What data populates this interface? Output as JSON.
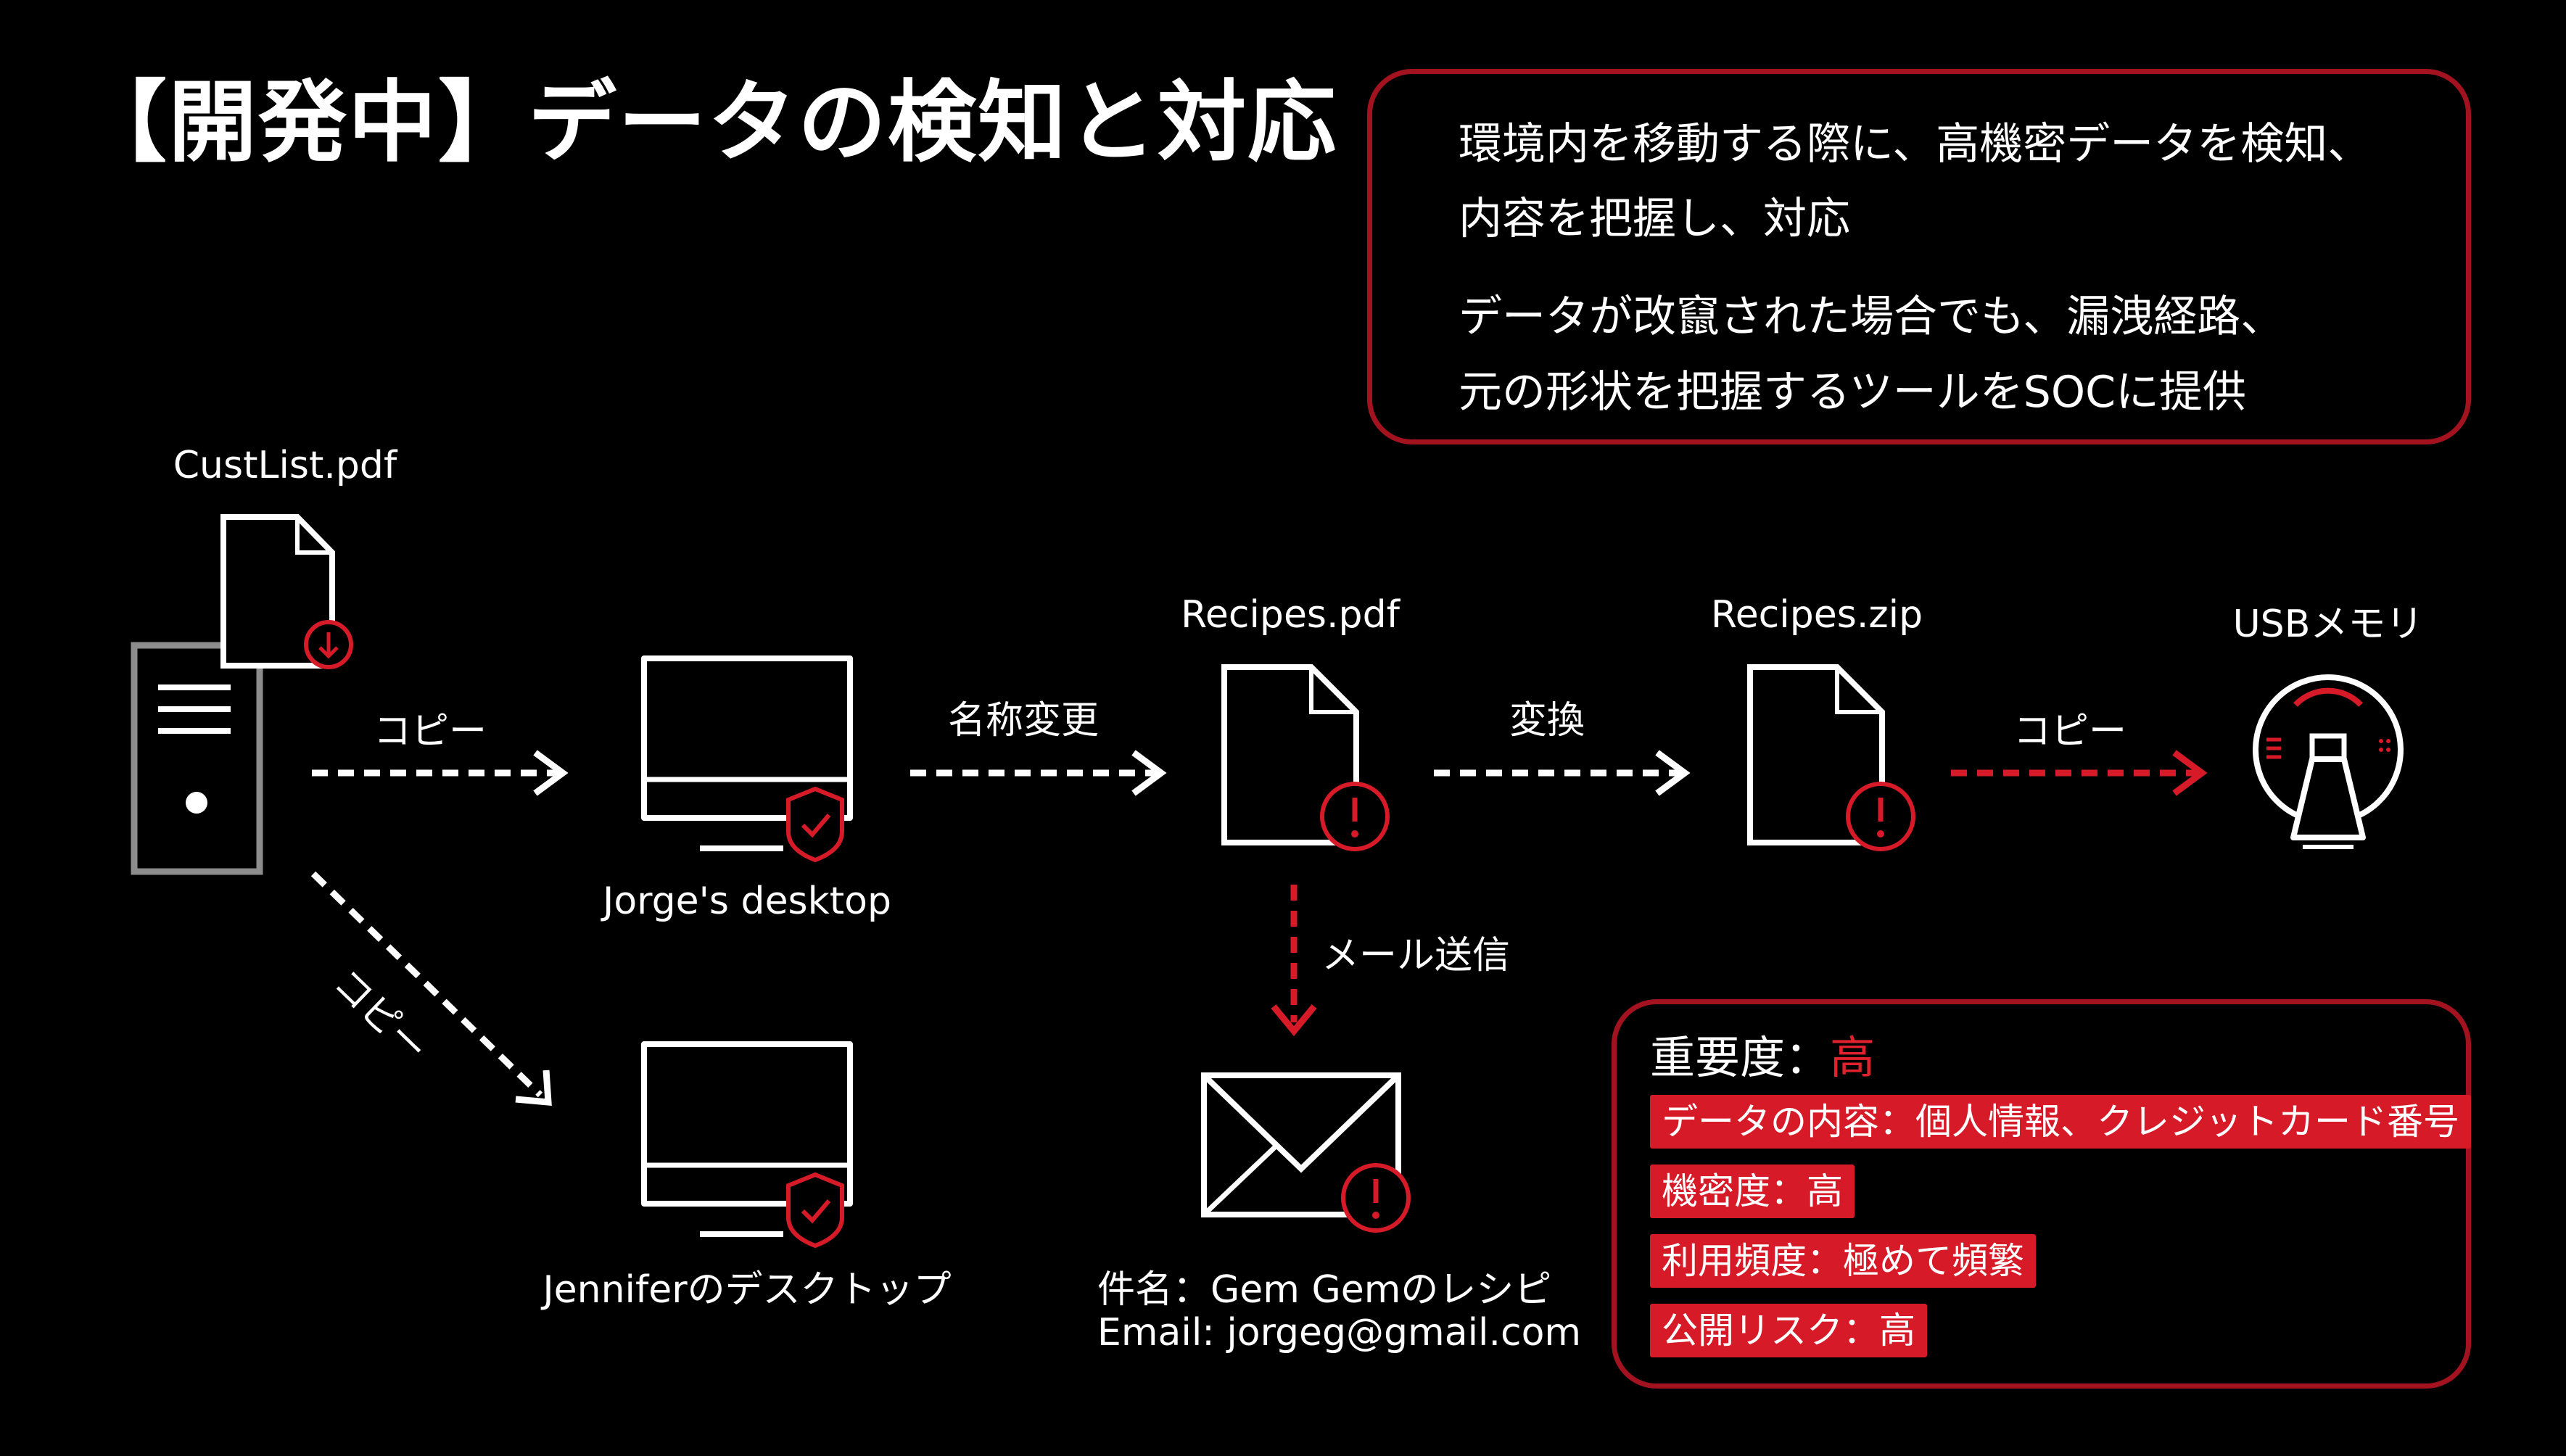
{
  "title": "【開発中】データの検知と対応",
  "info": {
    "line1": "環境内を移動する際に、高機密データを検知、",
    "line2": "内容を把握し、対応",
    "line3": "データが改竄された場合でも、漏洩経路、",
    "line4": "元の形状を把握するツールをSOCに提供"
  },
  "nodes": {
    "source_file": "CustList.pdf",
    "jorge_desktop": "Jorge's desktop",
    "jennifer_desktop": "Jenniferのデスクトップ",
    "recipes_pdf": "Recipes.pdf",
    "recipes_zip": "Recipes.zip",
    "usb": "USBメモリ"
  },
  "edges": {
    "copy1": "コピー",
    "copy2": "コピー",
    "rename": "名称変更",
    "convert": "変換",
    "copy_usb": "コピー",
    "send_mail": "メール送信"
  },
  "email": {
    "subject": "件名：Gem Gemのレシピ",
    "address": "Email: jorgeg@gmail.com"
  },
  "severity": {
    "label": "重要度：",
    "value": "高",
    "tags": [
      "データの内容：個人情報、クレジットカード番号",
      "機密度：高",
      "利用頻度：極めて頻繁",
      "公開リスク：高"
    ]
  },
  "colors": {
    "background": "#000000",
    "accent_red": "#d71a28",
    "border_red": "#a3121f",
    "server_gray": "#8c8c8c"
  }
}
